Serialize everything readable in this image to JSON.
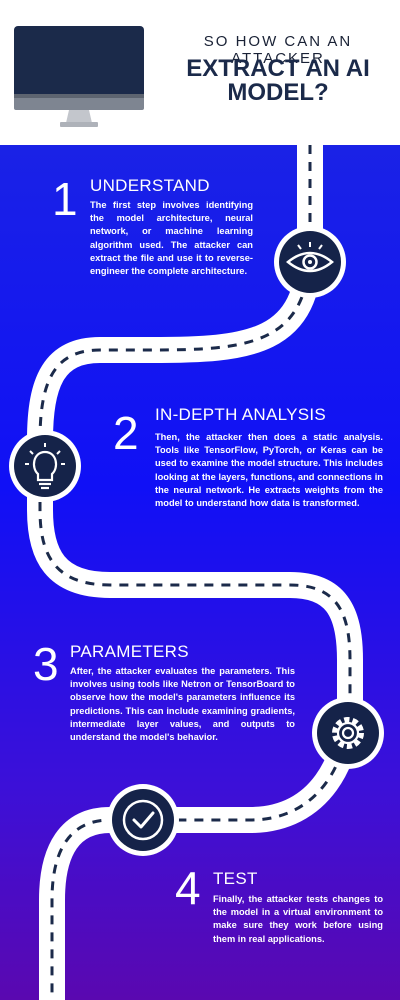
{
  "header": {
    "subtitle": "SO HOW CAN AN ATTACKER",
    "title_line1": "EXTRACT AN AI",
    "title_line2": "MODEL?",
    "monitor_icon": "desktop-monitor-icon"
  },
  "colors": {
    "gradient_top": "#1a22e6",
    "gradient_bottom": "#5a08b0",
    "icon_circle": "#152349",
    "road": "#ffffff",
    "dash": "#1b2a4a"
  },
  "steps": [
    {
      "number": "1",
      "title": "UNDERSTAND",
      "text": "The first step involves identifying the model architecture, neural network, or machine learning algorithm used. The attacker can extract the file and use it to reverse-engineer the complete architecture.",
      "icon": "eye-icon"
    },
    {
      "number": "2",
      "title": "IN-DEPTH ANALYSIS",
      "text": "Then, the attacker then does a static analysis. Tools like TensorFlow, PyTorch, or Keras can be used to examine the model structure. This includes looking at the layers, functions, and connections in the neural network. He extracts weights from the model to understand how data is transformed.",
      "icon": "lightbulb-icon"
    },
    {
      "number": "3",
      "title": "PARAMETERS",
      "text": "After, the attacker evaluates the parameters. This involves using tools like Netron or TensorBoard to observe how the model's parameters influence its predictions. This can include examining gradients, intermediate layer values, and outputs to understand the model's behavior.",
      "icon": "gear-icon"
    },
    {
      "number": "4",
      "title": "TEST",
      "text": "Finally, the attacker tests changes to the model in a virtual environment to make sure they work before using them in real applications.",
      "icon": "checkmark-icon"
    }
  ]
}
